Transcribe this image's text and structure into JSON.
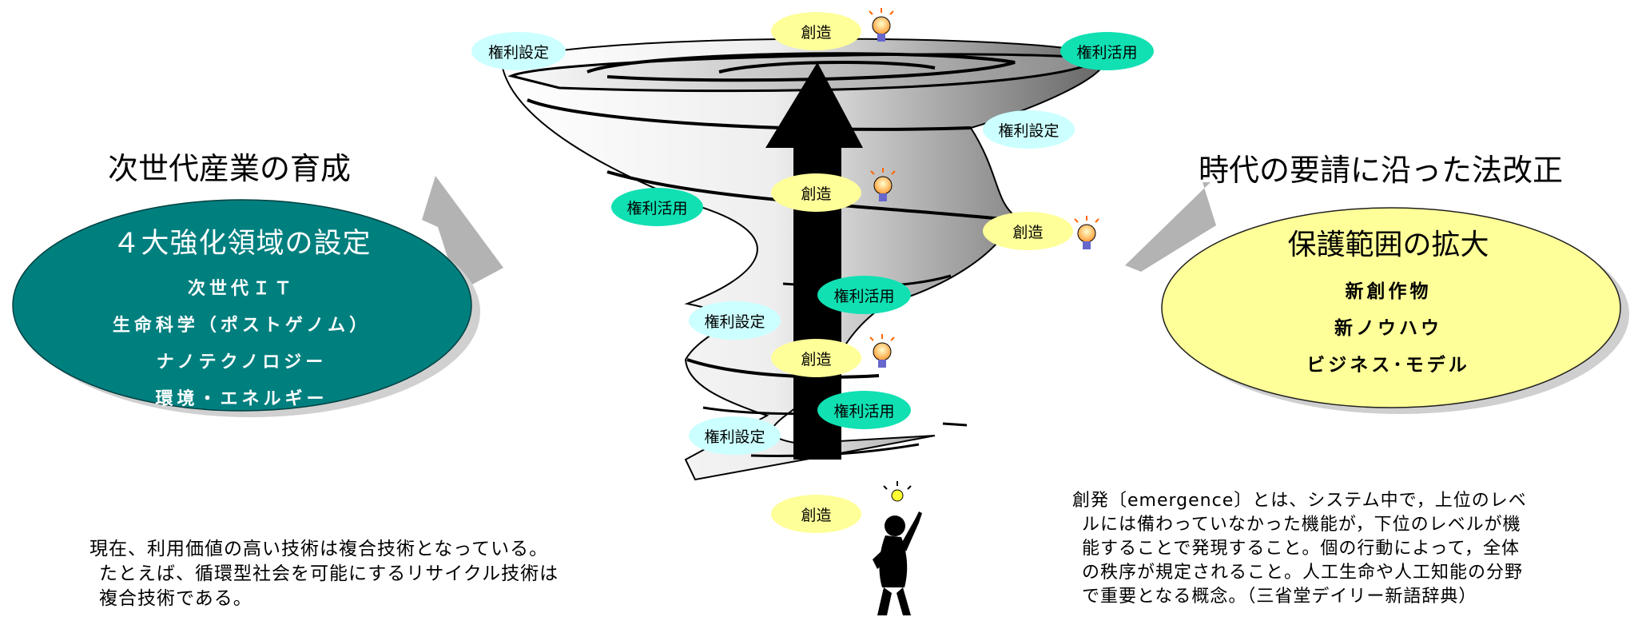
{
  "left": {
    "heading": "次世代産業の育成",
    "ellipse_title": "４大強化領域の設定",
    "items": [
      "次世代ＩＴ",
      "生命科学（ポストゲノム）",
      "ナノテクノロジー",
      "環境・エネルギー"
    ],
    "note_lines": [
      "現在、利用価値の高い技術は複合技術となっている。",
      "たとえば、循環型社会を可能にするリサイクル技術は",
      "複合技術である。"
    ]
  },
  "right": {
    "heading": "時代の要請に沿った法改正",
    "ellipse_title": "保護範囲の拡大",
    "items": [
      "新創作物",
      "新ノウハウ",
      "ビジネス･モデル"
    ],
    "note_lines": [
      "創発〔emergence〕とは、システム中で，上位のレベ",
      "ルには備わっていなかった機能が，下位のレベルが機",
      "能することで発現すること。個の行動によって，全体",
      "の秩序が規定されること。人工生命や人工知能の分野",
      "で重要となる概念。（三省堂デイリー新語辞典）"
    ]
  },
  "spiral": {
    "labels": {
      "rights_setting": "権利設定",
      "rights_use": "権利活用",
      "creation": "創造"
    }
  },
  "colors": {
    "teal_ellipse": "#007f7f",
    "yellow_ellipse": "#ffff99",
    "rights_setting_fill": "#ccffff",
    "rights_use_fill": "#11e0b3",
    "creation_fill": "#ffff99",
    "arrow_shape": "#b3b3b3"
  }
}
